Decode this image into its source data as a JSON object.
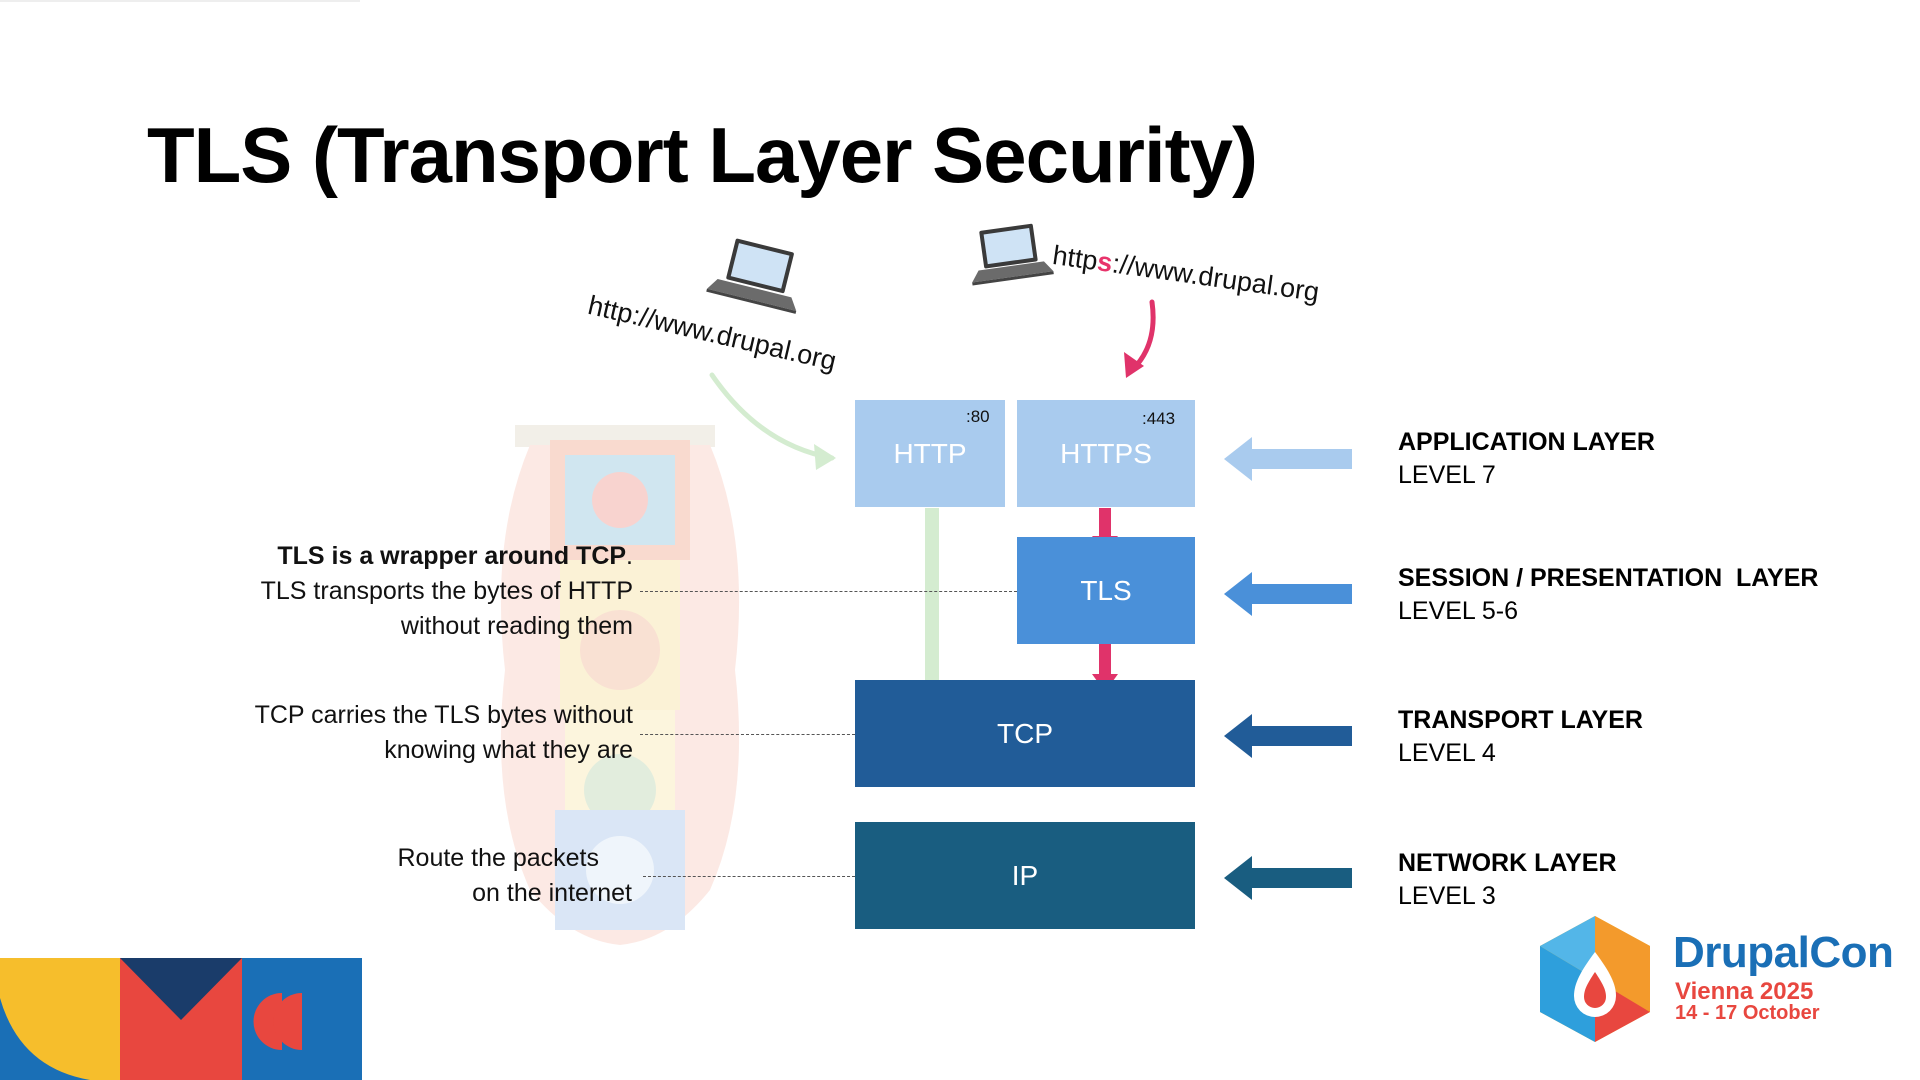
{
  "slide": {
    "title": "TLS (Transport Layer Security)"
  },
  "urls": {
    "http": "http://www.drupal.org",
    "https_prefix": "http",
    "https_accent": "s",
    "https_suffix": "://www.drupal.org"
  },
  "stack": {
    "http": {
      "label": "HTTP",
      "port": ":80"
    },
    "https": {
      "label": "HTTPS",
      "port": ":443"
    },
    "tls": {
      "label": "TLS"
    },
    "tcp": {
      "label": "TCP"
    },
    "ip": {
      "label": "IP"
    }
  },
  "notes": {
    "tls_bold": "TLS is a wrapper around TCP",
    "tls_period": ".",
    "tls_line2": "TLS transports the bytes of HTTP",
    "tls_line3": "without reading them",
    "tcp_line1": "TCP carries the TLS bytes without",
    "tcp_line2": "knowing what they are",
    "ip_line1": "Route the packets",
    "ip_line2": "on the internet"
  },
  "layers": [
    {
      "name": "APPLICATION LAYER",
      "level": "LEVEL 7"
    },
    {
      "name": "SESSION / PRESENTATION  LAYER",
      "level": "LEVEL 5-6"
    },
    {
      "name": "TRANSPORT LAYER",
      "level": "LEVEL 4"
    },
    {
      "name": "NETWORK LAYER",
      "level": "LEVEL 3"
    }
  ],
  "brand": {
    "name": "DrupalCon",
    "city": "Vienna 2025",
    "dates": "14 - 17 October"
  },
  "colors": {
    "application": "#a9cbee",
    "session": "#4a90d9",
    "transport": "#215c98",
    "network": "#195d80",
    "https_arrow": "#e0336a",
    "http_arrow": "#d4ecd0",
    "brand_blue": "#1a6fb6",
    "brand_red": "#e8473f",
    "brand_yellow": "#f6be2c"
  }
}
